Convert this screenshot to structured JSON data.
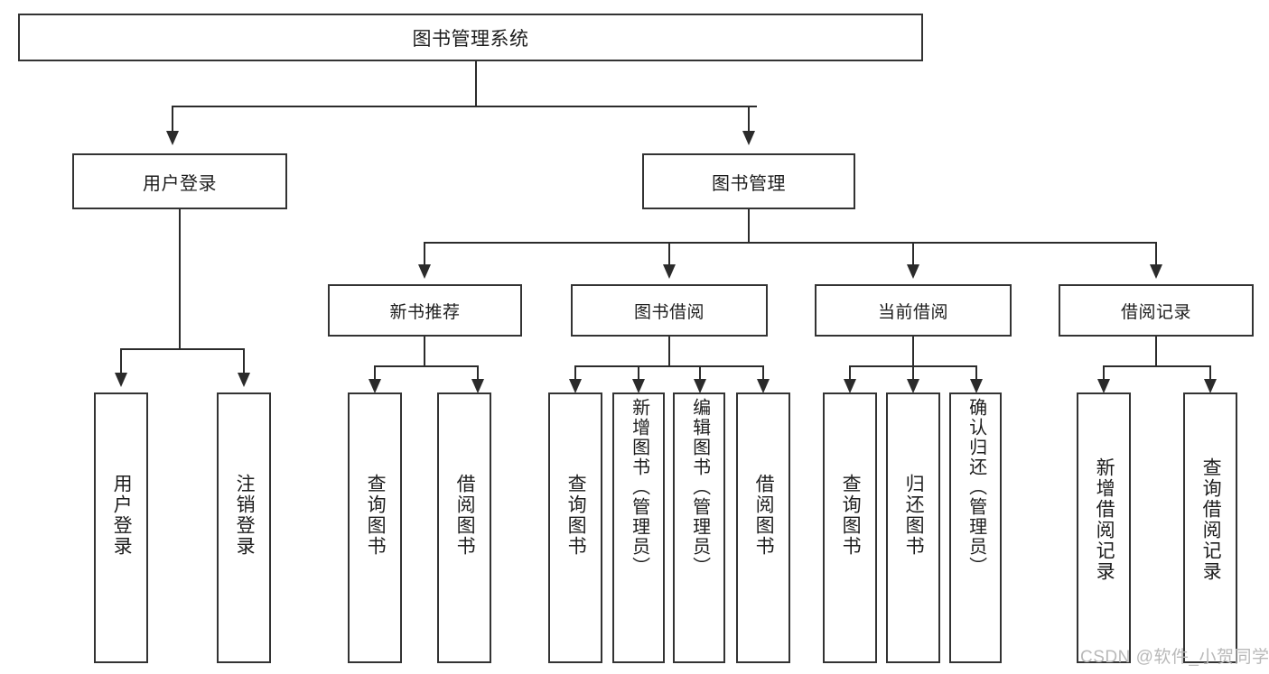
{
  "diagram": {
    "title": "图书管理系统",
    "watermark": "CSDN @软件_小贺同学",
    "colors": {
      "background": "#ffffff",
      "border": "#333333",
      "connector": "#2b2b2b",
      "text": "#1d1d1d",
      "watermark": "#b9b9b9"
    },
    "root": {
      "label": "图书管理系统"
    },
    "level2": [
      {
        "label": "用户登录"
      },
      {
        "label": "图书管理"
      }
    ],
    "level3": [
      {
        "label": "新书推荐"
      },
      {
        "label": "图书借阅"
      },
      {
        "label": "当前借阅"
      },
      {
        "label": "借阅记录"
      }
    ],
    "leaves": [
      {
        "label": "用户登录"
      },
      {
        "label": "注销登录"
      },
      {
        "label": "查询图书"
      },
      {
        "label": "借阅图书"
      },
      {
        "label": "查询图书"
      },
      {
        "label": "新增图书（管理员）"
      },
      {
        "label": "编辑图书（管理员）"
      },
      {
        "label": "借阅图书"
      },
      {
        "label": "查询图书"
      },
      {
        "label": "归还图书"
      },
      {
        "label": "确认归还（管理员）"
      },
      {
        "label": "新增借阅记录"
      },
      {
        "label": "查询借阅记录"
      }
    ]
  }
}
